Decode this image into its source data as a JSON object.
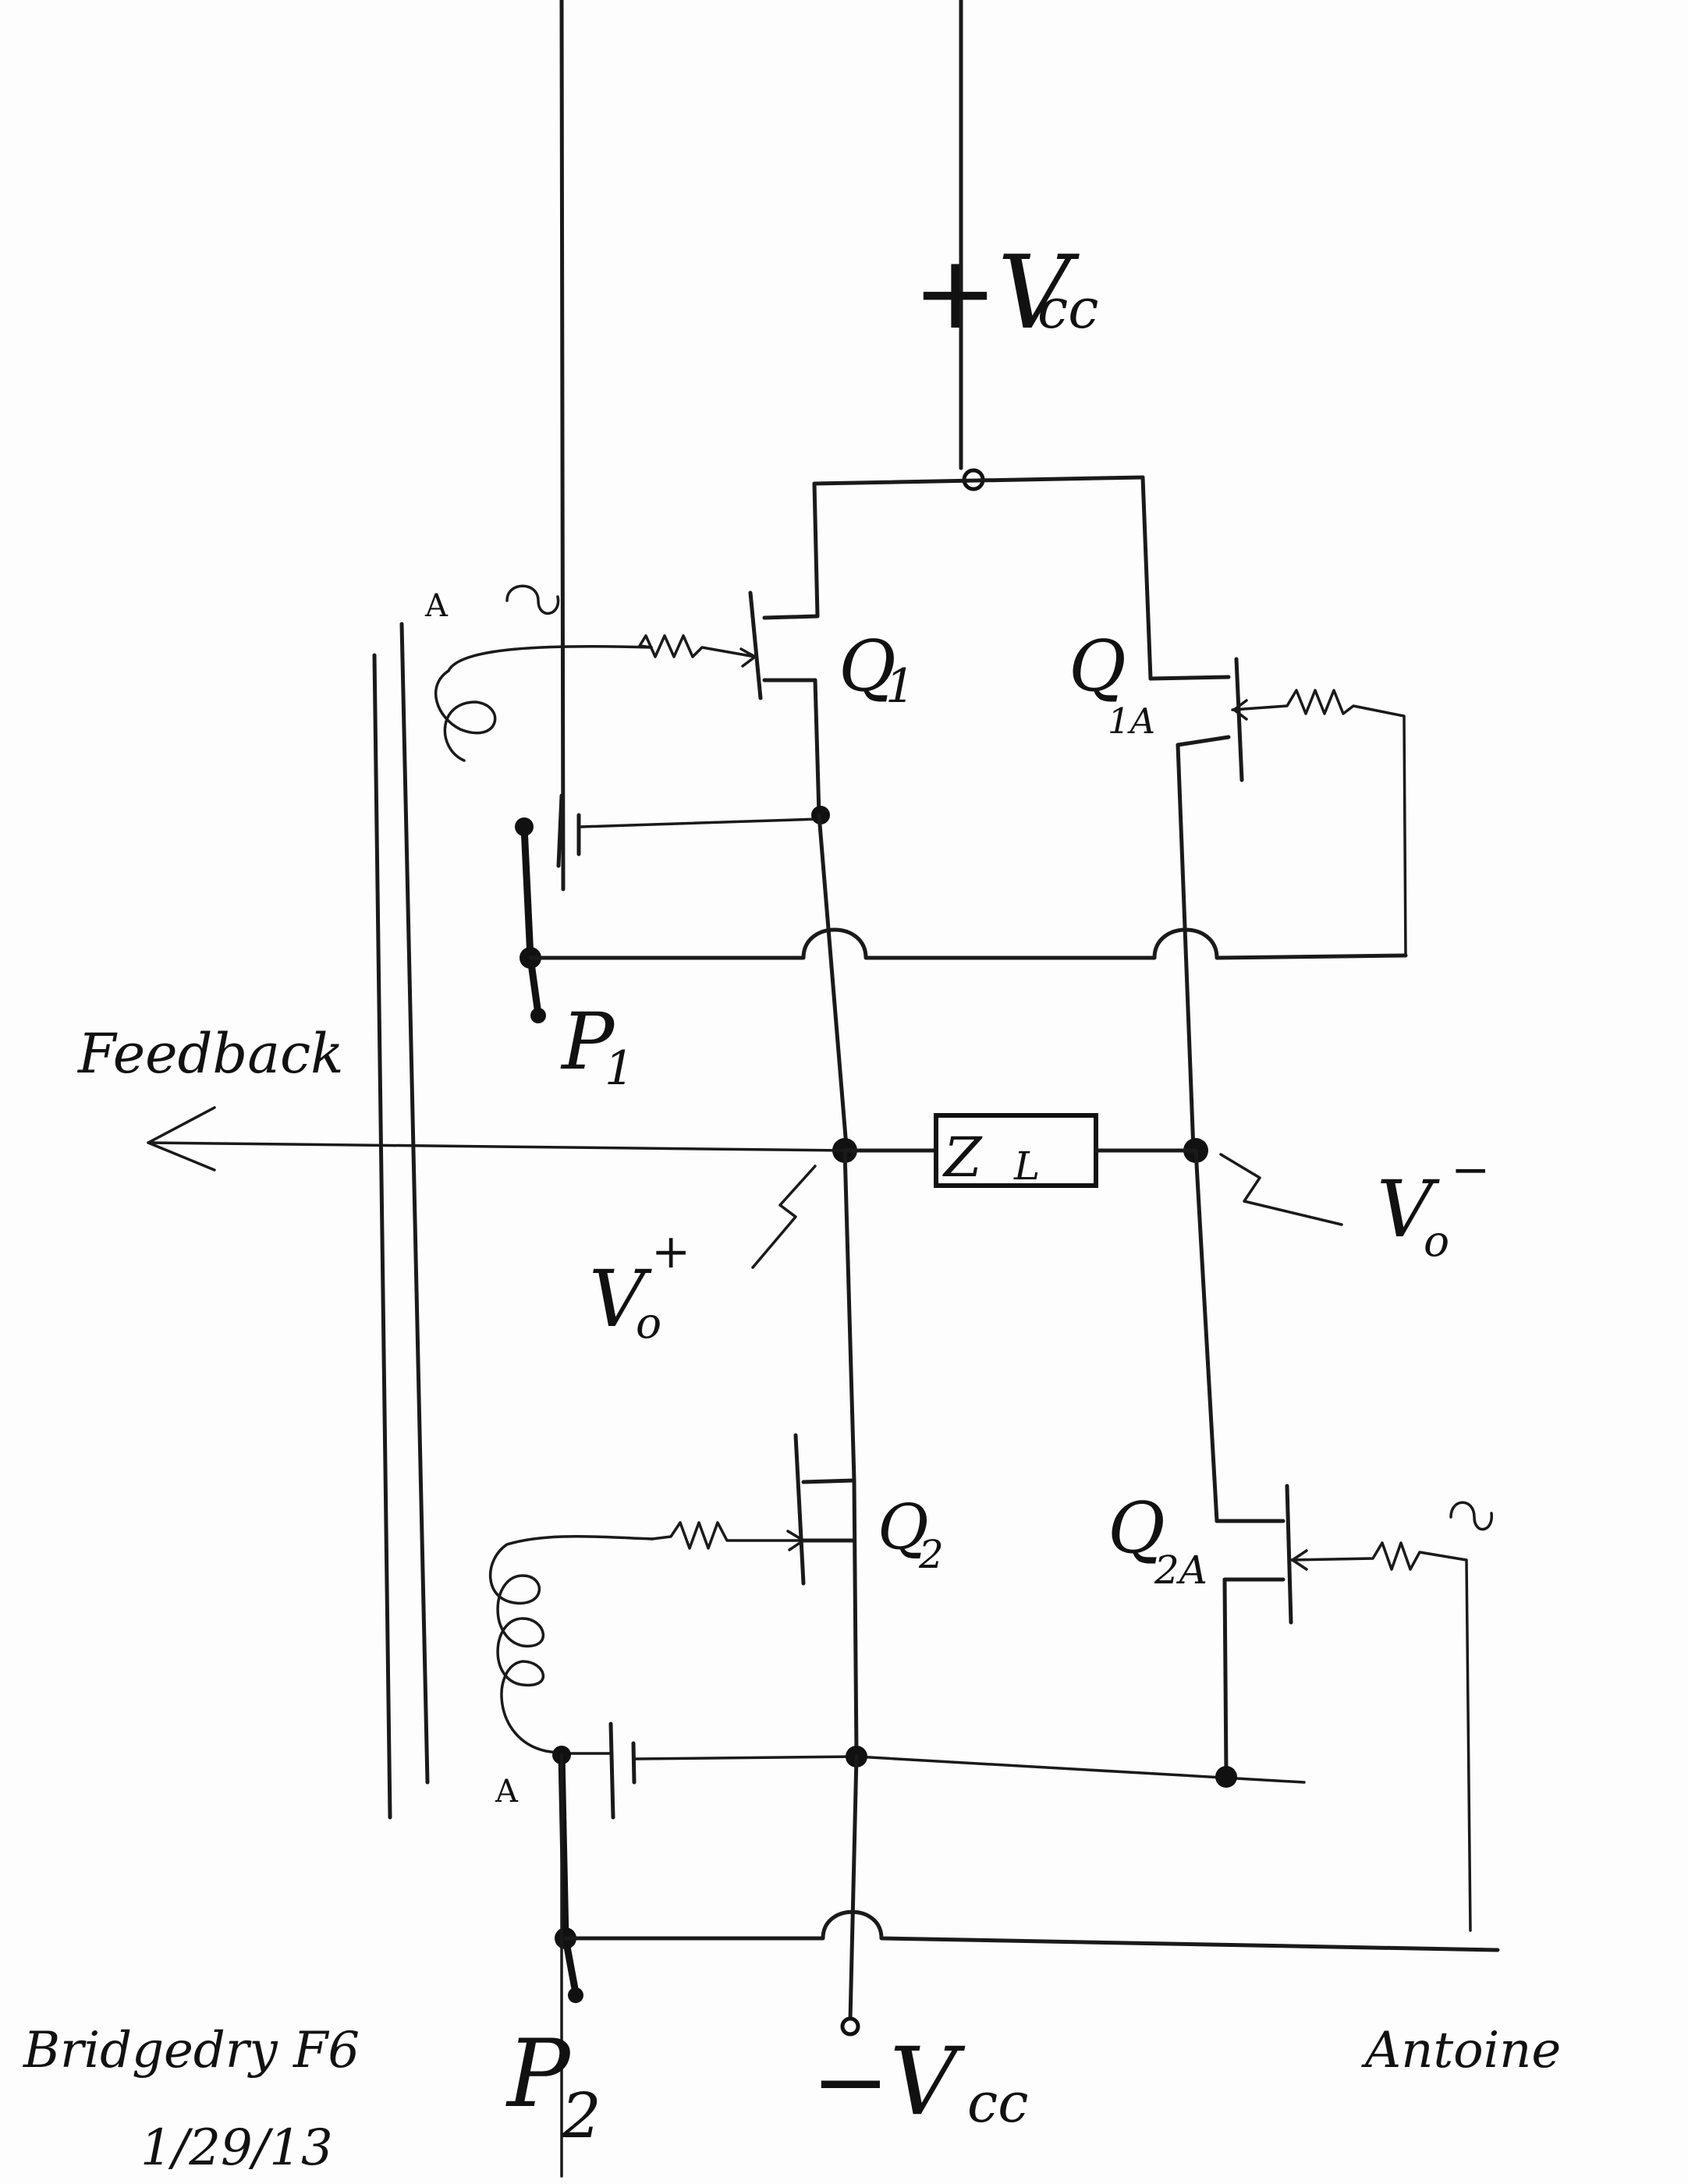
{
  "diagram": {
    "supply_positive": "+V",
    "supply_positive_sub": "cc",
    "supply_negative": "−V",
    "supply_negative_sub": "cc",
    "q1": "Q",
    "q1_sub": "1",
    "q1a": "Q",
    "q1a_sub": "1A",
    "q2": "Q",
    "q2_sub": "2",
    "q2a": "Q",
    "q2a_sub": "2A",
    "p1": "P",
    "p1_sub": "1",
    "p2": "P",
    "p2_sub": "2",
    "load": "Z",
    "load_sub": "L",
    "vo_plus": "V",
    "vo_plus_sub": "o",
    "vo_plus_sup": "+",
    "vo_minus": "V",
    "vo_minus_sub": "o",
    "vo_minus_sup": "−",
    "feedback": "Feedback",
    "dot_marker": "A"
  },
  "annotations": {
    "title": "Bridgedry F6",
    "date": "1/29/13",
    "signature": "Antoine"
  }
}
